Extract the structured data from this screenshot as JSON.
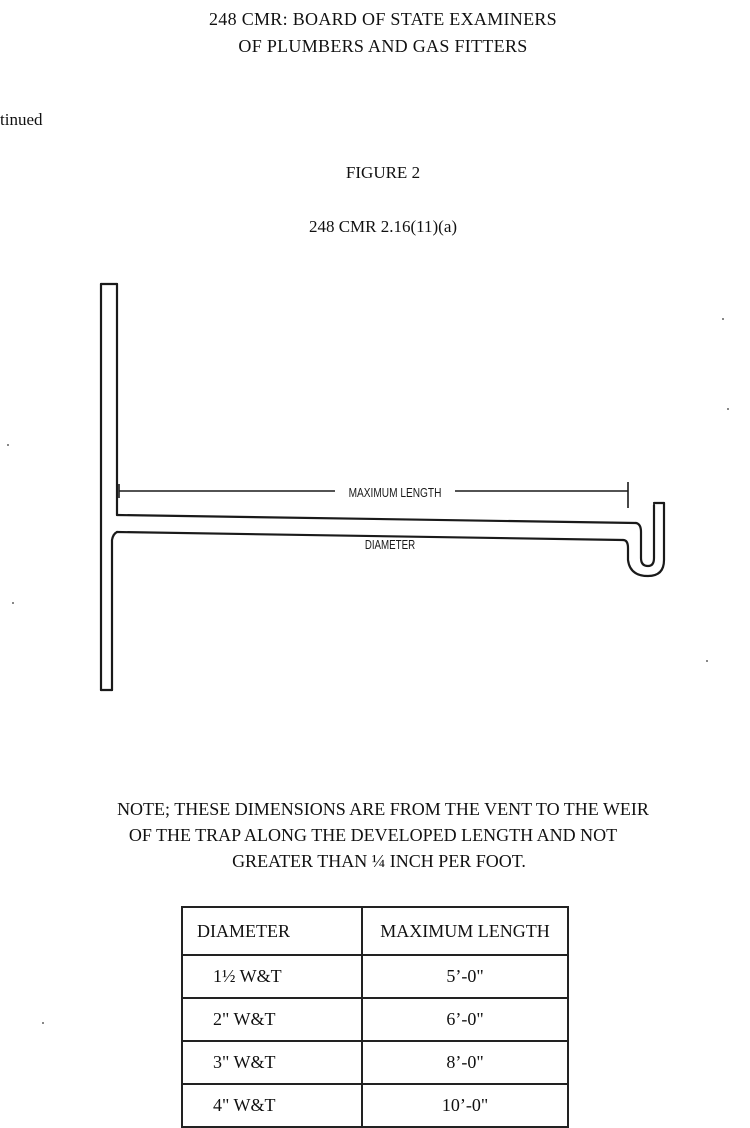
{
  "header": {
    "line1": "248 CMR:   BOARD OF STATE EXAMINERS",
    "line2": "OF PLUMBERS AND GAS FITTERS"
  },
  "continued_label": "tinued",
  "figure": {
    "title": "FIGURE 2",
    "reference": "248 CMR 2.16(11)(a)",
    "labels": {
      "max_length": "MAXIMUM LENGTH",
      "diameter": "DIAMETER"
    }
  },
  "note": {
    "line1": "NOTE;   THESE DIMENSIONS ARE FROM THE VENT TO THE WEIR",
    "line2": "OF THE TRAP ALONG THE DEVELOPED LENGTH AND NOT",
    "line3": "GREATER THAN ¼ INCH PER FOOT."
  },
  "table": {
    "headers": [
      "DIAMETER",
      "MAXIMUM LENGTH"
    ],
    "rows": [
      [
        "1½ W&T",
        "5’-0\""
      ],
      [
        "2\" W&T",
        "6’-0\""
      ],
      [
        "3\" W&T",
        "8’-0\""
      ],
      [
        "4\" W&T",
        "10’-0\""
      ]
    ]
  }
}
